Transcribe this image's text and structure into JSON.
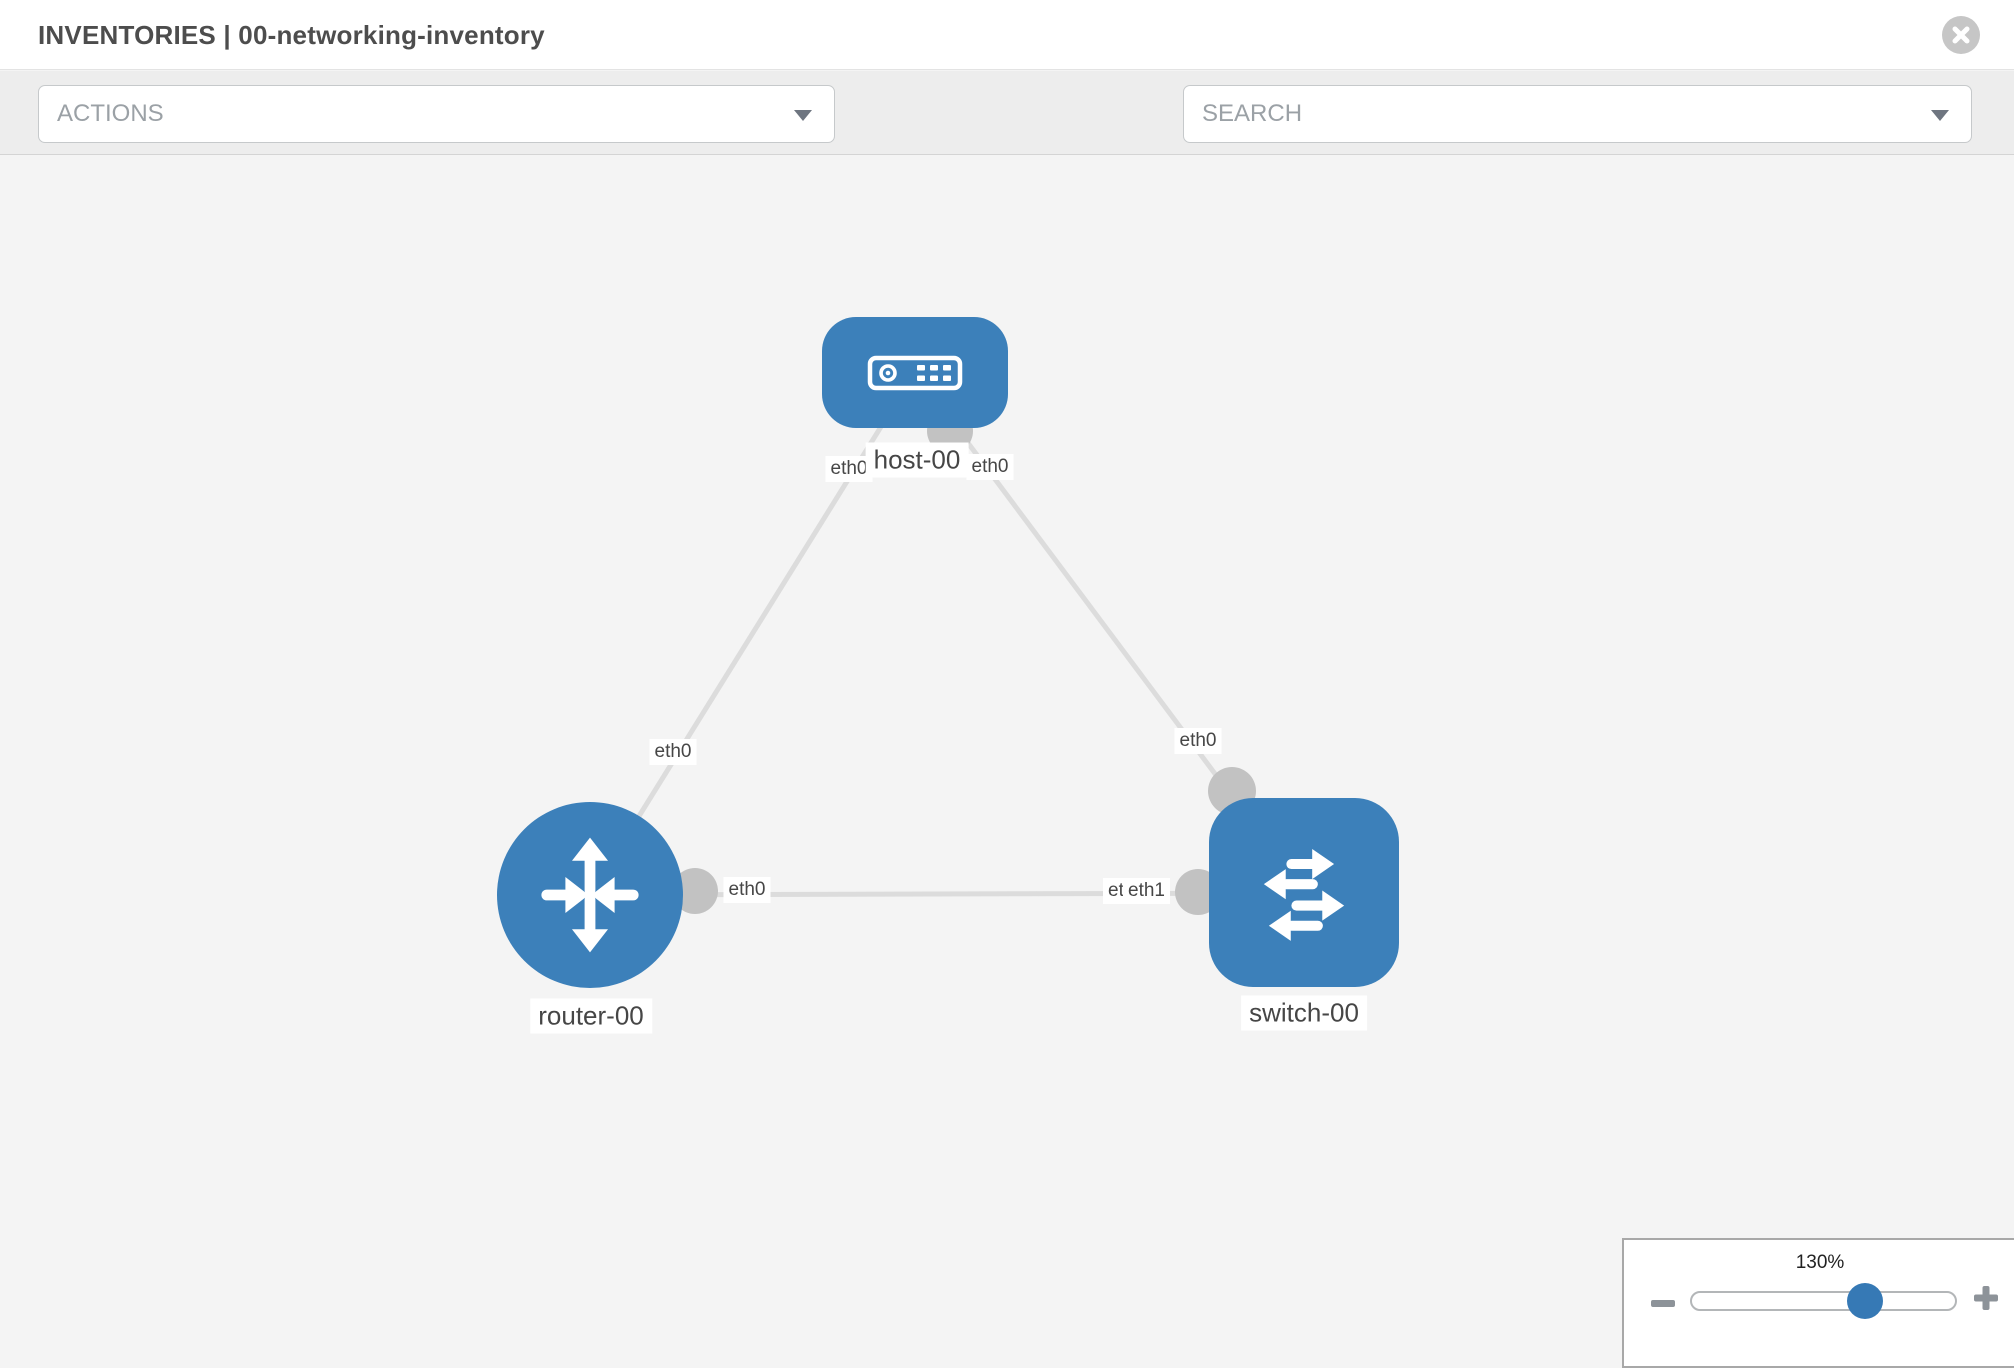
{
  "header": {
    "title": "INVENTORIES | 00-networking-inventory",
    "close_icon": "x-circle"
  },
  "toolbar": {
    "actions_label": "ACTIONS",
    "search_placeholder": "SEARCH",
    "wrench_icon": "wrench",
    "key_icon": "key",
    "caret_icon": "chevron-down"
  },
  "topology": {
    "nodes": [
      {
        "label": "host-00",
        "type": "host"
      },
      {
        "label": "router-00",
        "type": "router"
      },
      {
        "label": "switch-00",
        "type": "switch"
      }
    ],
    "links": [
      {
        "from": "host-00",
        "to": "router-00",
        "from_interface": "eth0",
        "to_interface": "eth0"
      },
      {
        "from": "host-00",
        "to": "switch-00",
        "from_interface": "eth0",
        "to_interface": "eth0"
      },
      {
        "from": "router-00",
        "to": "switch-00",
        "from_interface": "eth0",
        "to_interface": "eth1"
      }
    ],
    "chips": {
      "host_router_host_side": "eth0",
      "host_switch_host_side": "eth0",
      "host_router_router_side": "eth0",
      "host_switch_switch_side": "eth0",
      "router_switch_router_side": "eth0",
      "router_switch_switch_side_under": "eth0",
      "router_switch_switch_side": "eth1"
    }
  },
  "zoom_control": {
    "percent_label": "130%",
    "value": 130,
    "minus_icon": "minus",
    "plus_icon": "plus"
  },
  "colors": {
    "node_blue": "#3c80ba",
    "link_gray": "#dcdcdc",
    "dot_gray": "#c2c2c2",
    "thumb_blue": "#3679b5"
  }
}
